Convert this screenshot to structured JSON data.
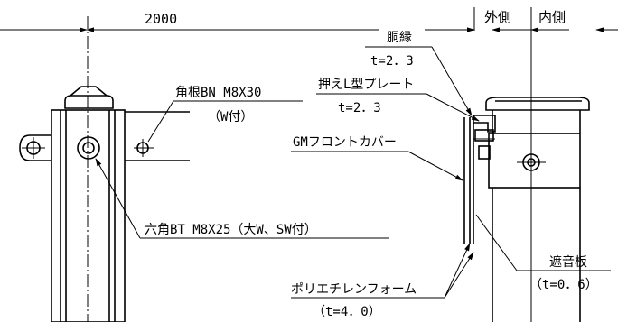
{
  "labels": {
    "dim_width": "2000",
    "outer_side": "外側",
    "inner_side": "内側",
    "body_edge": "胴縁",
    "body_edge_t": "t=2．3",
    "l_plate": "押えL型プレート",
    "l_plate_t": "t=2．3",
    "square_bolt": "角根BN M8X30",
    "square_bolt_washer": "（W付）",
    "gm_cover": "GMフロントカバー",
    "hex_bolt": "六角BT M8X25（大W、SW付）",
    "sound_board": "遮音板",
    "sound_board_t": "（t=0．6）",
    "foam": "ポリエチレンフォーム",
    "foam_t": "（t=4．0）"
  },
  "colors": {
    "line": "#000000",
    "background": "#ffffff"
  }
}
